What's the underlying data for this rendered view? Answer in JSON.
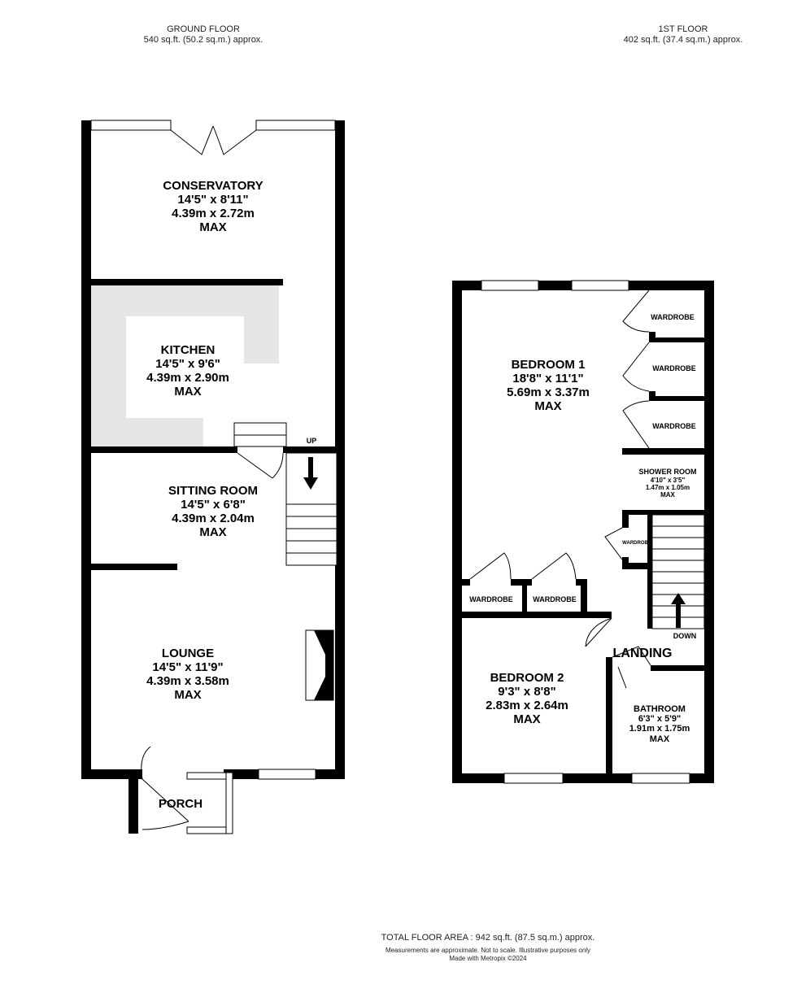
{
  "ground_floor": {
    "title": "GROUND FLOOR",
    "area": "540 sq.ft. (50.2 sq.m.) approx."
  },
  "first_floor": {
    "title": "1ST FLOOR",
    "area": "402 sq.ft. (37.4 sq.m.) approx."
  },
  "rooms": {
    "conservatory": [
      "CONSERVATORY",
      "14'5\"  x 8'11\"",
      "4.39m  x 2.72m",
      "MAX"
    ],
    "kitchen": [
      "KITCHEN",
      "14'5\"  x 9'6\"",
      "4.39m  x 2.90m",
      "MAX"
    ],
    "sitting_room": [
      "SITTING ROOM",
      "14'5\"  x 6'8\"",
      "4.39m  x 2.04m",
      "MAX"
    ],
    "lounge": [
      "LOUNGE",
      "14'5\"  x 11'9\"",
      "4.39m  x 3.58m",
      "MAX"
    ],
    "porch": [
      "PORCH"
    ],
    "bedroom1": [
      "BEDROOM 1",
      "18'8\"  x 11'1\"",
      "5.69m  x 3.37m",
      "MAX"
    ],
    "bedroom2": [
      "BEDROOM 2",
      "9'3\"  x 8'8\"",
      "2.83m  x 2.64m",
      "MAX"
    ],
    "shower_room": [
      "SHOWER ROOM",
      "4'10\"  x 3'5\"",
      "1.47m  x 1.05m",
      "MAX"
    ],
    "bathroom": [
      "BATHROOM",
      "6'3\"  x 5'9\"",
      "1.91m  x 1.75m",
      "MAX"
    ],
    "landing": [
      "LANDING"
    ]
  },
  "labels": {
    "up": "UP",
    "down": "DOWN",
    "wardrobe": "WARDROBE",
    "wardrobe_small": "WARDROBE"
  },
  "footer": {
    "total": "TOTAL FLOOR AREA : 942 sq.ft. (87.5 sq.m.) approx.",
    "disclaimer": "Measurements are approximate.  Not to scale.  Illustrative purposes only",
    "credit": "Made with Metropix ©2024"
  },
  "colors": {
    "wall": "#000000",
    "counter": "#e6e6e6"
  }
}
